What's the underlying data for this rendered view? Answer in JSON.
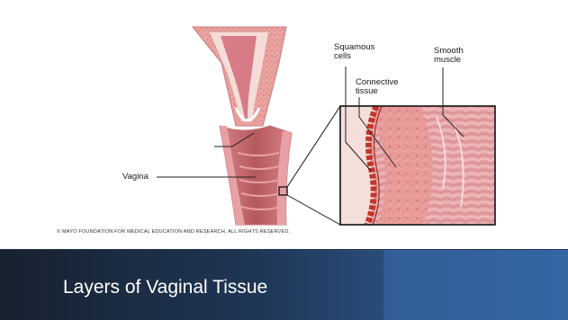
{
  "slide": {
    "title": "Layers of Vaginal Tissue"
  },
  "illustration": {
    "labels": {
      "vagina": "Vagina",
      "squamous_cells": "Squamous\ncells",
      "connective_tissue": "Connective\ntissue",
      "smooth_muscle": "Smooth\nmuscle"
    },
    "copyright": "© MAYO FOUNDATION FOR MEDICAL EDUCATION AND RESEARCH. ALL RIGHTS RESERVED."
  },
  "colors": {
    "footer_dark": "#17212f",
    "footer_blue": "#2f5f96",
    "tissue_pink": "#e28a8a",
    "epithelium_red": "#c2362a"
  }
}
